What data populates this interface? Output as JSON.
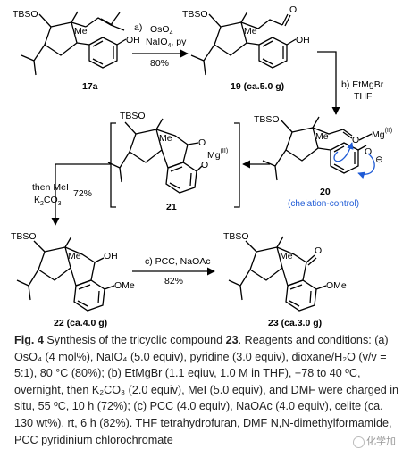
{
  "scheme": {
    "compounds": {
      "c17a": {
        "label": "17a",
        "tbso": "TBSO",
        "me": "Me",
        "oh": "OH"
      },
      "c19": {
        "label": "19",
        "amount": "(ca.5.0 g)",
        "tbso": "TBSO",
        "me": "Me",
        "oh": "OH"
      },
      "c20": {
        "label": "20",
        "tbso": "TBSO",
        "me": "Me",
        "note": "(chelation-control)",
        "mg": "Mg",
        "mg_ox": "(II)",
        "minus": "⊖"
      },
      "c21": {
        "label": "21",
        "tbso": "TBSO",
        "me": "Me",
        "mg": "Mg",
        "mg_ox": "(II)"
      },
      "c22": {
        "label": "22",
        "amount": "(ca.4.0 g)",
        "tbso": "TBSO",
        "me": "Me",
        "oh": "OH",
        "ome": "OMe"
      },
      "c23": {
        "label": "23",
        "amount": "(ca.3.0 g)",
        "tbso": "TBSO",
        "me": "Me",
        "ome": "OMe"
      }
    },
    "steps": {
      "a": {
        "letter": "a)",
        "reagents1": "OsO",
        "reagents2": "NaIO",
        "reagents2b": ", py",
        "yield": "80%"
      },
      "b": {
        "letter": "b) EtMgBr",
        "solvent": "THF"
      },
      "mei": {
        "line1": "then MeI",
        "line2": "K",
        "line2b": "CO",
        "yield": "72%"
      },
      "c": {
        "letter": "c)  PCC, NaOAc",
        "yield": "82%"
      }
    }
  },
  "caption": {
    "fig": "Fig. 4",
    "title": " Synthesis of the tricyclic compound ",
    "compound": "23",
    "rest": ". Reagents and conditions: (a) OsO₄ (4 mol%), NaIO₄ (5.0 equiv), pyridine (3.0 equiv), dioxane/H₂O (v/v = 5:1), 80 °C (80%); (b) EtMgBr (1.1 eqiuv, 1.0 M in THF), −78 to 40 ºC, overnight, then K₂CO₃ (2.0 equiv), MeI (5.0 equiv), and DMF were charged in situ, 55 ºC, 10 h (72%); (c) PCC (4.0 equiv), NaOAc (4.0 equiv), celite (ca. 130 wt%), rt, 6 h (82%). THF tetrahydrofuran, DMF N,N-dimethylformamide, PCC pyridinium chlorochromate"
  },
  "watermark": "化学加"
}
